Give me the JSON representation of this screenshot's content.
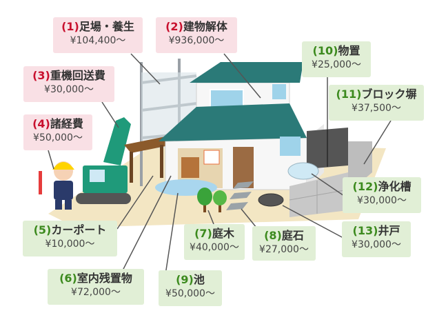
{
  "colors": {
    "pink_label": "#f9e0e5",
    "green_label": "#e1efd6",
    "red_number": "#c8102e",
    "green_number": "#3c8a1e",
    "roof": "#2b7a78"
  },
  "items": [
    {
      "num": "(1)",
      "name": "足場・養生",
      "price": "¥104,400～"
    },
    {
      "num": "(2)",
      "name": "建物解体",
      "price": "¥936,000～"
    },
    {
      "num": "(3)",
      "name": "重機回送費",
      "price": "¥30,000～"
    },
    {
      "num": "(4)",
      "name": "諸経費",
      "price": "¥50,000～"
    },
    {
      "num": "(5)",
      "name": "カーポート",
      "price": "¥10,000～"
    },
    {
      "num": "(6)",
      "name": "室内残置物",
      "price": "¥72,000～"
    },
    {
      "num": "(7)",
      "name": "庭木",
      "price": "¥40,000～"
    },
    {
      "num": "(8)",
      "name": "庭石",
      "price": "¥27,000～"
    },
    {
      "num": "(9)",
      "name": "池",
      "price": "¥50,000～"
    },
    {
      "num": "(10)",
      "name": "物置",
      "price": "¥25,000～"
    },
    {
      "num": "(11)",
      "name": "ブロック塀",
      "price": "¥37,500～"
    },
    {
      "num": "(12)",
      "name": "浄化槽",
      "price": "¥30,000～"
    },
    {
      "num": "(13)",
      "name": "井戸",
      "price": "¥30,000～"
    }
  ]
}
